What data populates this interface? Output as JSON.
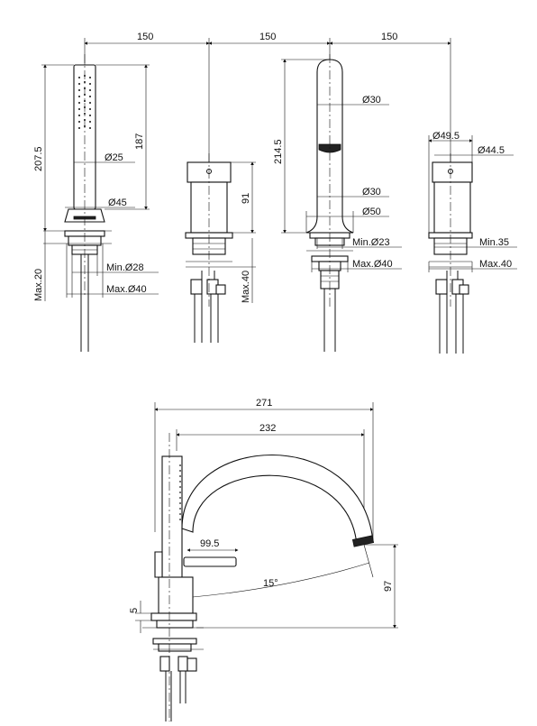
{
  "top_spacing": [
    "150",
    "150",
    "150"
  ],
  "handshower": {
    "height_overall": "207.5",
    "height_handle": "187",
    "dia_handle": "25",
    "dia_base": "45",
    "min_hole": "Min.",
    "min_hole_val": "28",
    "max_hole": "Max.",
    "max_hole_val": "40",
    "max_deck": "Max.20"
  },
  "mixer": {
    "height": "91",
    "max_deck": "Max.40"
  },
  "spout": {
    "height": "214.5",
    "dia_top": "30",
    "dia_mid": "30",
    "dia_base": "50",
    "min_hole": "Min.",
    "min_hole_val": "23",
    "max_hole": "Max.",
    "max_hole_val": "40"
  },
  "diverter": {
    "dia_outer": "49.5",
    "dia_inner": "44.5",
    "min_deck": "Min.35",
    "max_deck": "Max.40"
  },
  "side_view": {
    "width_overall": "271",
    "reach": "232",
    "lever": "99.5",
    "angle": "15°",
    "height_outlet": "97",
    "gap": "5"
  },
  "dia_symbol": "Ø"
}
